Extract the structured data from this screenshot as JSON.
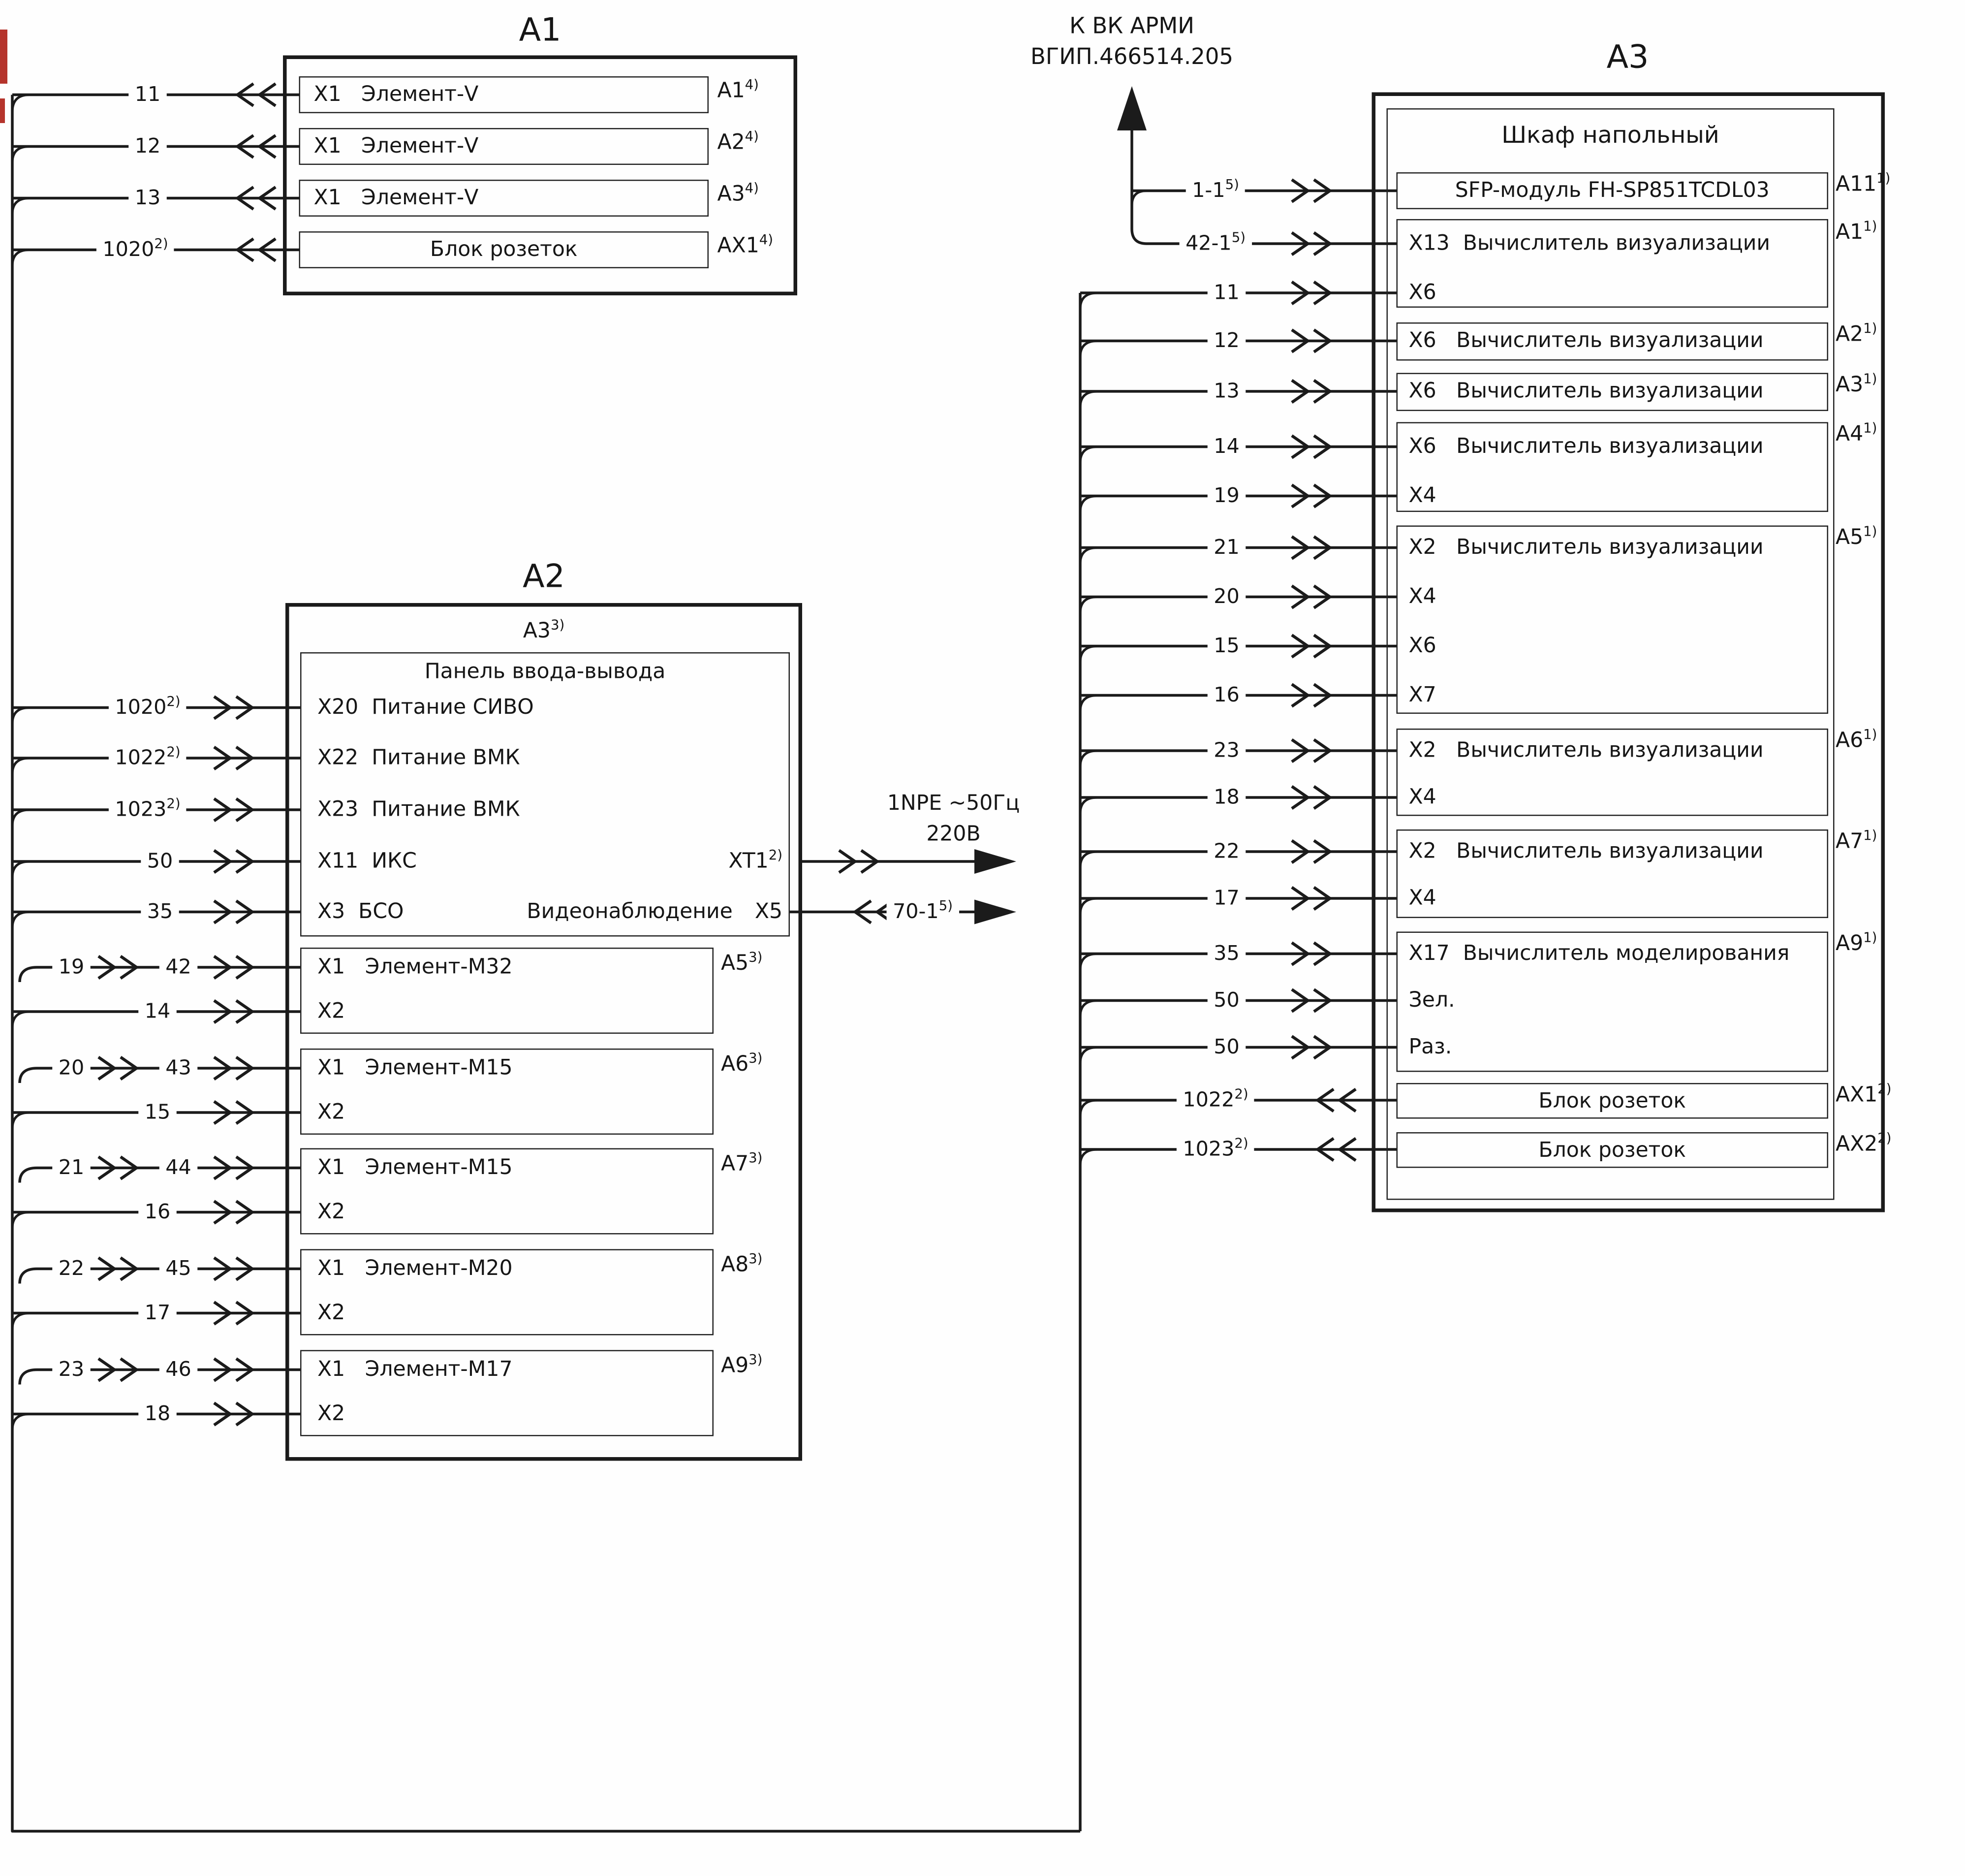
{
  "a1": {
    "title": "A1",
    "rows": [
      {
        "text": "X1   Элемент-V",
        "ref": "A1",
        "ref_sup": "4)",
        "wire": "11"
      },
      {
        "text": "X1   Элемент-V",
        "ref": "A2",
        "ref_sup": "4)",
        "wire": "12"
      },
      {
        "text": "X1   Элемент-V",
        "ref": "A3",
        "ref_sup": "4)",
        "wire": "13"
      },
      {
        "text": "Блок розеток",
        "ref": "AX1",
        "ref_sup": "4)",
        "wire": "1020",
        "wire_sup": "2)"
      }
    ]
  },
  "a2": {
    "title": "A2",
    "board_ref": "A3",
    "board_ref_sup": "3)",
    "panel": {
      "title": "Панель ввода-вывода",
      "rows": [
        {
          "text": "X20  Питание СИВО",
          "wire": "1020",
          "wire_sup": "2)"
        },
        {
          "text": "X22  Питание ВМК",
          "wire": "1022",
          "wire_sup": "2)"
        },
        {
          "text": "X23  Питание ВМК",
          "wire": "1023",
          "wire_sup": "2)"
        },
        {
          "text": "X11  ИКС",
          "wire": "50"
        },
        {
          "text": "X3  БСО",
          "wire": "35"
        }
      ],
      "xt1": "XT1",
      "xt1_sup": "2)",
      "video_label": "Видеонаблюдение",
      "video_port": "X5"
    },
    "modules": [
      {
        "line1": "X1   Элемент-М32",
        "line2": "X2",
        "ref": "A5",
        "ref_sup": "3)",
        "wire_in": "19",
        "wire_mid": "42",
        "wire2": "14"
      },
      {
        "line1": "X1   Элемент-М15",
        "line2": "X2",
        "ref": "A6",
        "ref_sup": "3)",
        "wire_in": "20",
        "wire_mid": "43",
        "wire2": "15"
      },
      {
        "line1": "X1   Элемент-М15",
        "line2": "X2",
        "ref": "A7",
        "ref_sup": "3)",
        "wire_in": "21",
        "wire_mid": "44",
        "wire2": "16"
      },
      {
        "line1": "X1   Элемент-М20",
        "line2": "X2",
        "ref": "A8",
        "ref_sup": "3)",
        "wire_in": "22",
        "wire_mid": "45",
        "wire2": "17"
      },
      {
        "line1": "X1   Элемент-М17",
        "line2": "X2",
        "ref": "A9",
        "ref_sup": "3)",
        "wire_in": "23",
        "wire_mid": "46",
        "wire2": "18"
      }
    ],
    "power_out": {
      "line1": "1NPE ~50Гц",
      "line2": "220В"
    },
    "video_in": {
      "wire": "70-1",
      "wire_sup": "5)"
    }
  },
  "a3": {
    "title": "A3",
    "external": {
      "line1": "К ВК АРМИ",
      "line2": "ВГИП.466514.205"
    },
    "cabinet_title": "Шкаф напольный",
    "sfp": {
      "text": "SFP-модуль FH-SP851TCDL03",
      "ref": "A11",
      "ref_sup": "1)",
      "wire": "1-1",
      "wire_sup": "5)"
    },
    "units": [
      {
        "ref": "A1",
        "ref_sup": "1)",
        "lines": [
          {
            "text": "X13  Вычислитель визуализации",
            "wire": "42-1",
            "wire_sup": "5)"
          },
          {
            "text": "X6",
            "wire": "11"
          }
        ]
      },
      {
        "ref": "A2",
        "ref_sup": "1)",
        "lines": [
          {
            "text": "X6   Вычислитель визуализации",
            "wire": "12"
          }
        ]
      },
      {
        "ref": "A3",
        "ref_sup": "1)",
        "lines": [
          {
            "text": "X6   Вычислитель визуализации",
            "wire": "13"
          }
        ]
      },
      {
        "ref": "A4",
        "ref_sup": "1)",
        "lines": [
          {
            "text": "X6   Вычислитель визуализации",
            "wire": "14"
          },
          {
            "text": "X4",
            "wire": "19"
          }
        ]
      },
      {
        "ref": "A5",
        "ref_sup": "1)",
        "lines": [
          {
            "text": "X2   Вычислитель визуализации",
            "wire": "21"
          },
          {
            "text": "X4",
            "wire": "20"
          },
          {
            "text": "X6",
            "wire": "15"
          },
          {
            "text": "X7",
            "wire": "16"
          }
        ]
      },
      {
        "ref": "A6",
        "ref_sup": "1)",
        "lines": [
          {
            "text": "X2   Вычислитель визуализации",
            "wire": "23"
          },
          {
            "text": "X4",
            "wire": "18"
          }
        ]
      },
      {
        "ref": "A7",
        "ref_sup": "1)",
        "lines": [
          {
            "text": "X2   Вычислитель визуализации",
            "wire": "22"
          },
          {
            "text": "X4",
            "wire": "17"
          }
        ]
      },
      {
        "ref": "A9",
        "ref_sup": "1)",
        "lines": [
          {
            "text": "X17  Вычислитель моделирования",
            "wire": "35"
          },
          {
            "text": "Зел.",
            "wire": "50"
          },
          {
            "text": "Раз.",
            "wire": "50"
          }
        ]
      }
    ],
    "outlets": [
      {
        "text": "Блок розеток",
        "ref": "AX1",
        "ref_sup": "2)",
        "wire": "1022",
        "wire_sup": "2)"
      },
      {
        "text": "Блок розеток",
        "ref": "AX2",
        "ref_sup": "2)",
        "wire": "1023",
        "wire_sup": "2)"
      }
    ]
  }
}
